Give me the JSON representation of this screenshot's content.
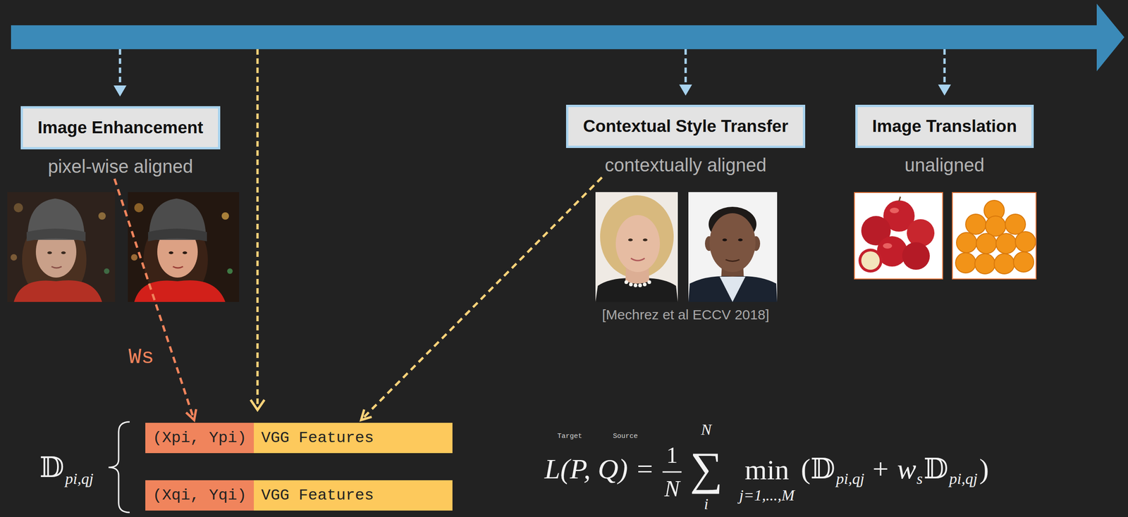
{
  "diagram": {
    "nodes": [
      {
        "text": [
          "Image Enhancement",
          "pixel-wise aligned"
        ]
      },
      {
        "text": [
          "Contextual Style Transfer",
          "contextually aligned"
        ]
      },
      {
        "text": [
          "Image Translation",
          "unaligned"
        ]
      },
      {
        "text": [
          "(Xpi, Ypi)"
        ]
      },
      {
        "text": [
          "VGG Features"
        ]
      },
      {
        "text": [
          "(Xqi, Yqi)"
        ]
      },
      {
        "text": [
          "VGG Features"
        ]
      }
    ],
    "edges": [
      {
        "from": 0,
        "to": 3,
        "arrow": "to",
        "label": "Ws"
      },
      {
        "from": 1,
        "to": 4,
        "arrow": "to"
      }
    ],
    "labels": [
      "[Mechrez et al ECCV 2018]",
      "𝔻",
      "pi,qj",
      "Target",
      "Source",
      "L(P, Q) =",
      "1",
      "N",
      "N",
      "∑",
      "i",
      "min",
      "j=1,...,M",
      "(𝔻",
      "pi,qj",
      "+ w",
      "s",
      "𝔻",
      "pi,qj",
      ")"
    ]
  }
}
